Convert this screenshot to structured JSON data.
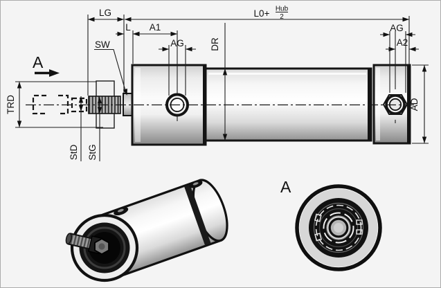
{
  "drawing_title": "cylinder-dimensional-drawing",
  "dims": {
    "lg": "LG",
    "l0": "L0+",
    "hub_num": "Hub",
    "hub_den": "2",
    "l": "L",
    "a1": "A1",
    "ag_left": "AG",
    "sw": "SW",
    "dr": "DR",
    "ag_right": "AG",
    "a2": "A2",
    "ad": "AD",
    "trd": "TRD",
    "st_d": "StD",
    "st_g": "StG"
  },
  "views": {
    "section_arrow_label": "A",
    "end_view_label": "A"
  },
  "colors": {
    "background": "#f4f4f4",
    "line": "#141414",
    "metal_dark": "#8f8f8f",
    "metal_light": "#ffffff",
    "silver_band": "#d7d7d7"
  }
}
